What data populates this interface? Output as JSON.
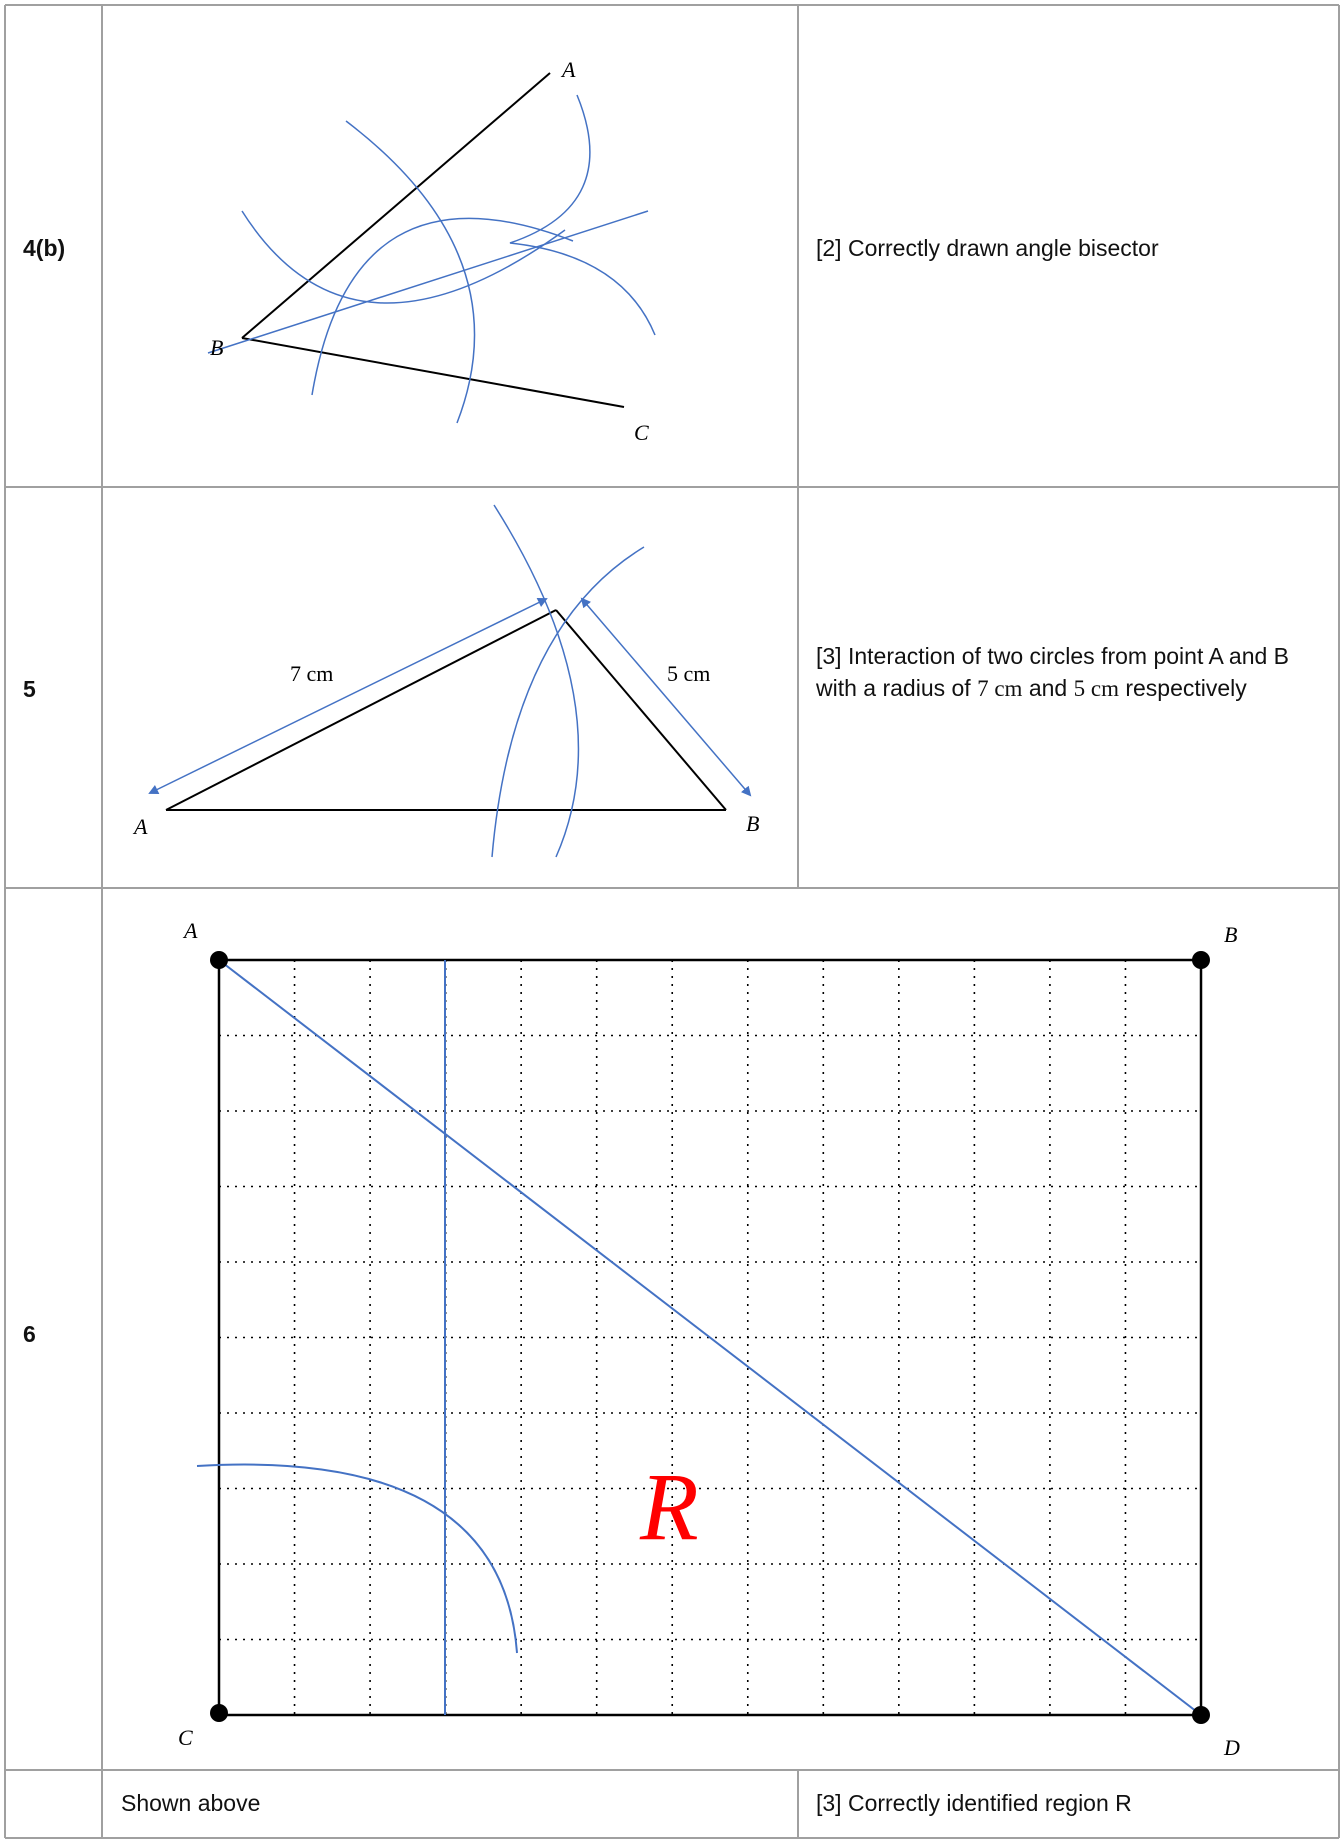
{
  "rows": [
    {
      "question": "4(b)",
      "marking": "[2] Correctly drawn angle bisector",
      "labels": {
        "a": "A",
        "b": "B",
        "c": "C"
      }
    },
    {
      "question": "5",
      "marking_prefix": "[3] Interaction of two circles from point A and B with a radius of ",
      "radius_a": "7 cm",
      "and": " and ",
      "radius_b": "5 cm",
      "marking_suffix": " respectively",
      "labels": {
        "a": "A",
        "b": "B",
        "len_a": "7 cm",
        "len_b": "5 cm"
      }
    },
    {
      "question": "6",
      "labels": {
        "a": "A",
        "b": "B",
        "c": "C",
        "d": "D",
        "region": "R"
      }
    },
    {
      "question": "",
      "answer": "Shown above",
      "marking": "[3] Correctly identified region R"
    }
  ],
  "colors": {
    "construction": "#4472c4",
    "border": "#a0a0a0",
    "region_label": "#ff0000"
  }
}
